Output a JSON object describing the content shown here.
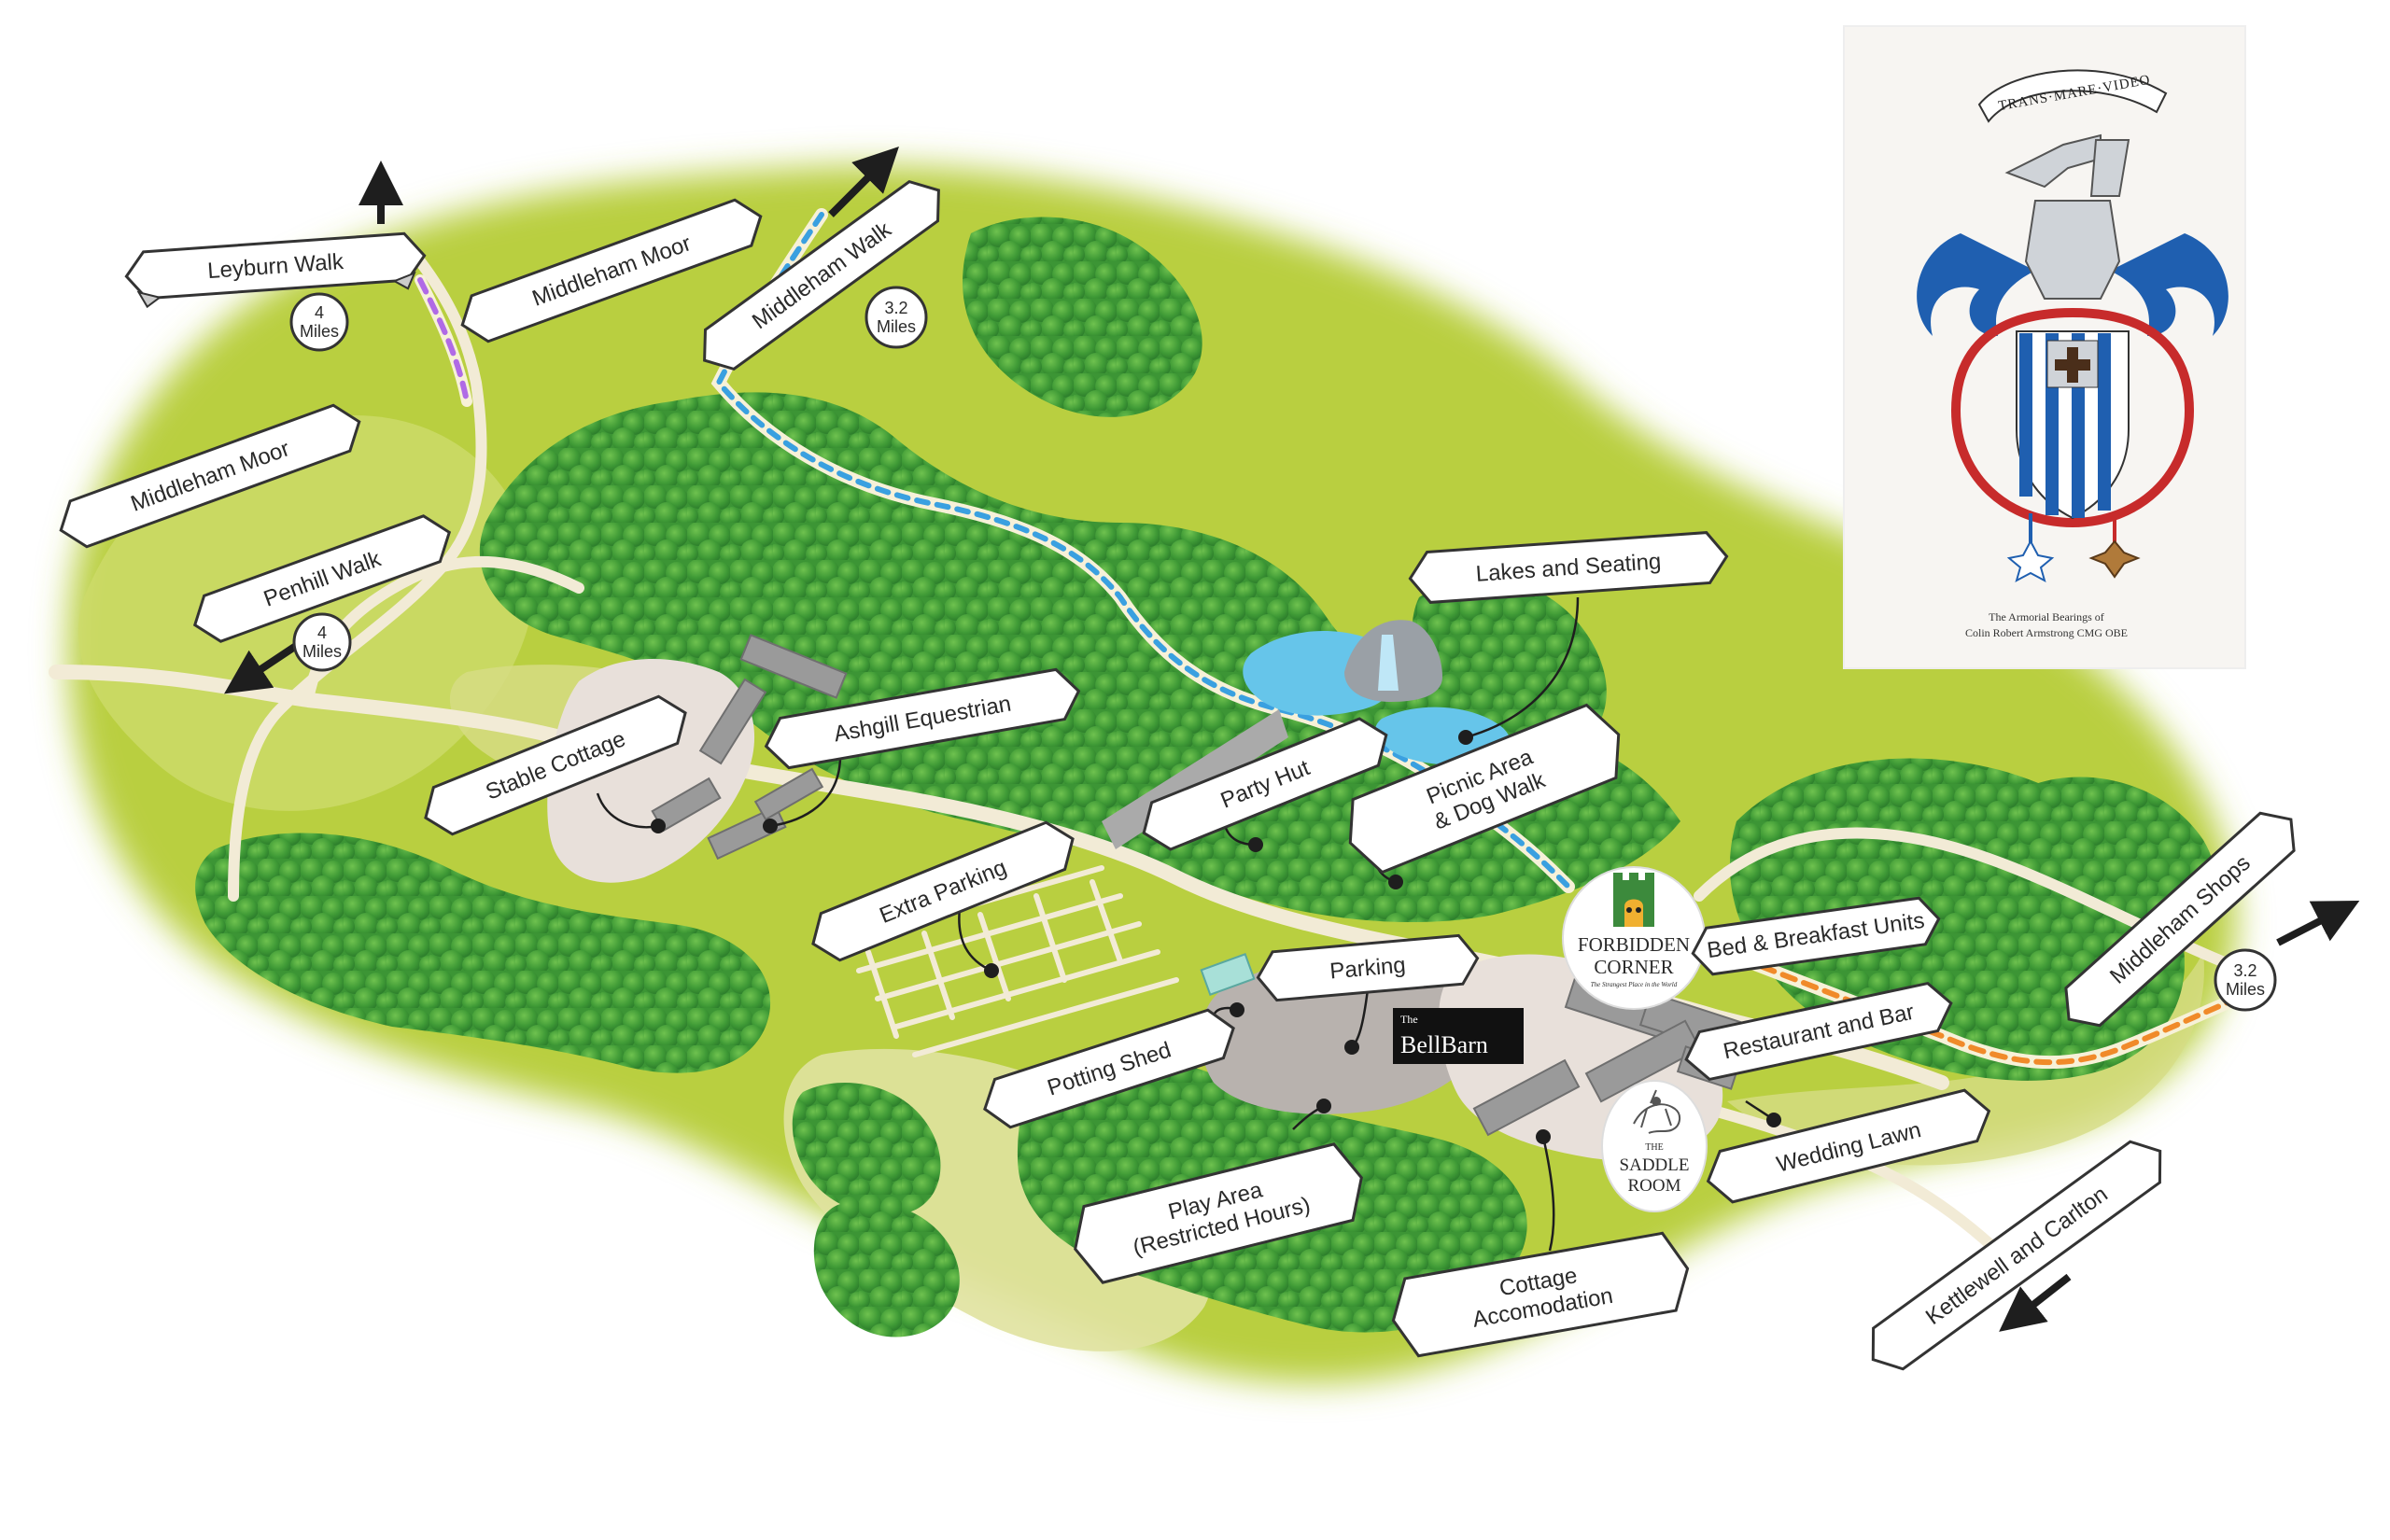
{
  "colors": {
    "meadow": "#b9cf3f",
    "meadow_light": "#cddb6a",
    "field": "#e0e2a0",
    "path": "#f2ebd6",
    "tree_dark": "#2f8a2f",
    "tree_mid": "#4aa23a",
    "tree_light": "#69b94a",
    "water": "#66c5ea",
    "building": "#9a9a9a",
    "parking": "#b8b2ae",
    "ribbon": "#ffffff",
    "ribbon_stroke": "#333333",
    "route_purple": "#b06ae6",
    "route_blue": "#3aa0e0",
    "route_orange": "#f08a2a",
    "arms_blue": "#1f5fb0",
    "arms_red": "#c72b2b"
  },
  "icons": {
    "walk_arrow": "arrow-icon",
    "forbidden_corner": "castle-gate-icon",
    "saddle_room": "horse-rider-icon",
    "crest": "coat-of-arms-icon"
  },
  "labels": {
    "leyburn_walk": "Leyburn Walk",
    "leyburn_dist_num": "4",
    "leyburn_dist_unit": "Miles",
    "middleham_moor_top": "Middleham Moor",
    "middleham_walk": "Middleham Walk",
    "middleham_walk_dist_num": "3.2",
    "middleham_walk_dist_unit": "Miles",
    "middleham_moor_left": "Middleham Moor",
    "penhill_walk": "Penhill Walk",
    "penhill_dist_num": "4",
    "penhill_dist_unit": "Miles",
    "lakes_and_seating": "Lakes and Seating",
    "ashgill_equestrian": "Ashgill Equestrian",
    "stable_cottage": "Stable Cottage",
    "party_hut": "Party Hut",
    "picnic_line1": "Picnic Area",
    "picnic_line2": "& Dog Walk",
    "extra_parking": "Extra Parking",
    "parking": "Parking",
    "potting_shed": "Potting Shed",
    "bnb_units": "Bed & Breakfast Units",
    "restaurant_bar": "Restaurant and Bar",
    "wedding_lawn": "Wedding Lawn",
    "play_area_line1": "Play Area",
    "play_area_line2": "(Restricted Hours)",
    "cottage_line1": "Cottage",
    "cottage_line2": "Accomodation",
    "middleham_shops": "Middleham Shops",
    "middleham_shops_dist_num": "3.2",
    "middleham_shops_dist_unit": "Miles",
    "kettlewell": "Kettlewell and Carlton"
  },
  "logos": {
    "forbidden_line1": "FORBIDDEN",
    "forbidden_line2": "CORNER",
    "forbidden_tagline": "The Strangest Place in the World",
    "bellbarn_the": "The",
    "bellbarn_name": "BellBarn",
    "saddle_the": "THE",
    "saddle_line1": "SADDLE",
    "saddle_line2": "ROOM"
  },
  "crest": {
    "motto": "TRANS·MARE·VIDEO",
    "caption_line1": "The Armorial Bearings of",
    "caption_line2": "Colin Robert Armstrong CMG OBE"
  }
}
